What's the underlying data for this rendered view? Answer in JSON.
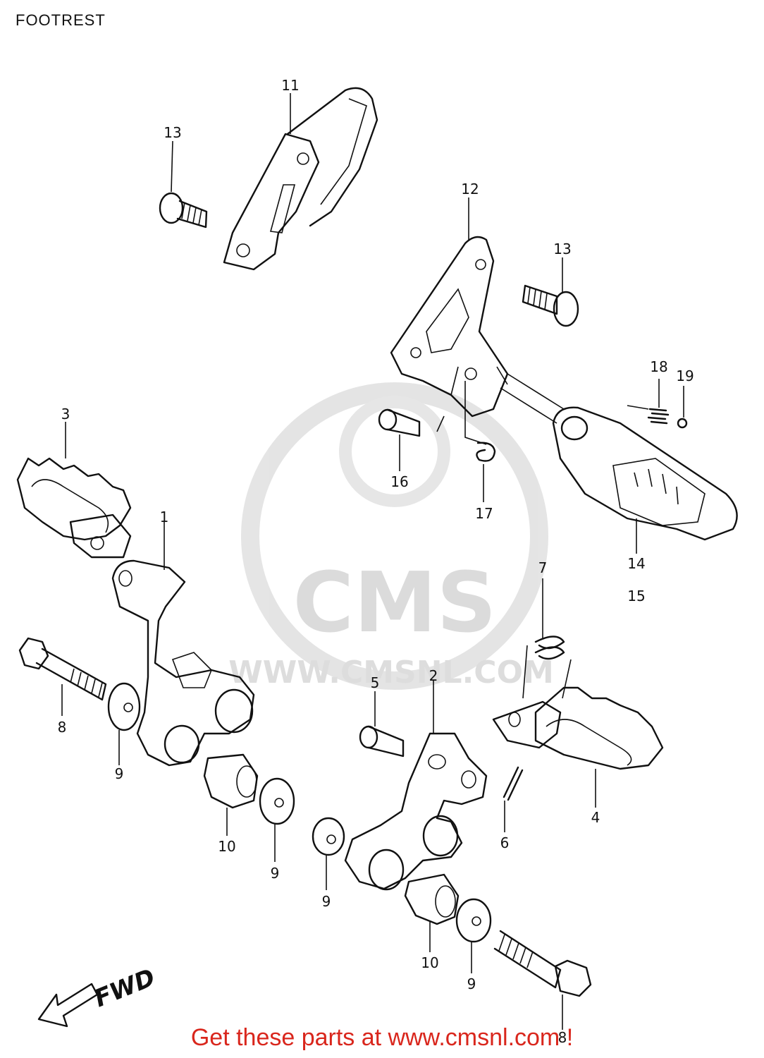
{
  "title": "FOOTREST",
  "footer": "Get these parts at www.cmsnl.com !",
  "direction_label": "FWD",
  "watermark": {
    "brand": "CMS",
    "url": "WWW.CMSNL.COM"
  },
  "callouts": {
    "c1": "1",
    "c2": "2",
    "c3": "3",
    "c4": "4",
    "c5": "5",
    "c6": "6",
    "c7": "7",
    "c8a": "8",
    "c8b": "8",
    "c9a": "9",
    "c9b": "9",
    "c9c": "9",
    "c9d": "9",
    "c10a": "10",
    "c10b": "10",
    "c11": "11",
    "c12": "12",
    "c13a": "13",
    "c13b": "13",
    "c14": "14",
    "c15": "15",
    "c16": "16",
    "c17": "17",
    "c18": "18",
    "c19": "19"
  },
  "colors": {
    "footer": "#d9261c",
    "line": "#111111",
    "watermark": "#dcdcdc"
  }
}
